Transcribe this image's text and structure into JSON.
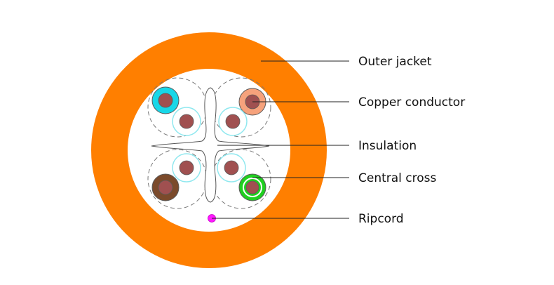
{
  "labels": {
    "outer_jacket": "Outer jacket",
    "copper_conductor": "Copper conductor",
    "insulation": "Insulation",
    "central_cross": "Central cross",
    "ripcord": "Ripcord"
  },
  "colors": {
    "jacket": "#ff7f00",
    "conductor": "#a05050",
    "insulation_blue": "#18d7e8",
    "insulation_orange": "#f6a27c",
    "insulation_brown": "#7b4a2b",
    "insulation_green": "#1fd01f",
    "insulation_white": "#8fe8ef",
    "ripcord": "#ff18ff"
  }
}
